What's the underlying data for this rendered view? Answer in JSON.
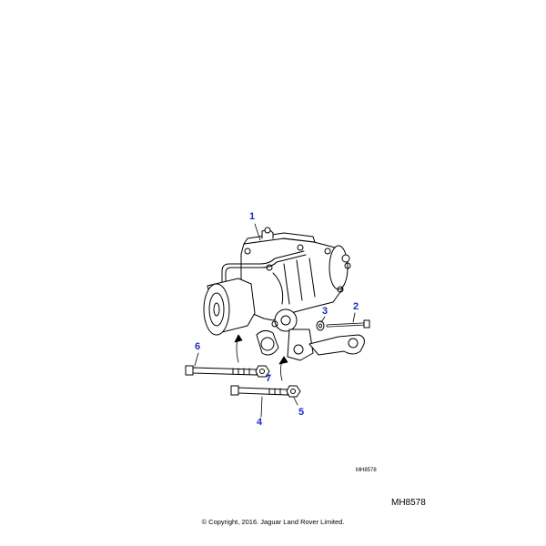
{
  "diagram": {
    "callouts": [
      {
        "id": "1",
        "label": "1"
      },
      {
        "id": "2",
        "label": "2"
      },
      {
        "id": "3",
        "label": "3"
      },
      {
        "id": "4",
        "label": "4"
      },
      {
        "id": "5",
        "label": "5"
      },
      {
        "id": "6",
        "label": "6"
      },
      {
        "id": "7",
        "label": "7"
      }
    ],
    "illustration_code_small": "MH8578",
    "illustration_code": "MH8578",
    "copyright": "© Copyright, 2016. Jaguar Land Rover Limited.",
    "accent_color": "#1f2fc8"
  }
}
